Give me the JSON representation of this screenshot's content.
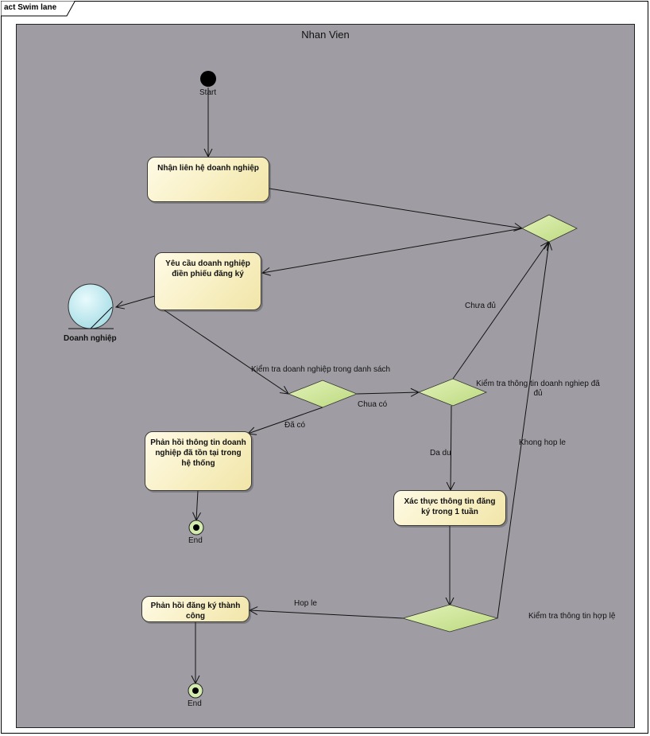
{
  "frame": {
    "title": "act Swim lane"
  },
  "lane": {
    "title": "Nhan Vien"
  },
  "start": {
    "label": "Start"
  },
  "actions": {
    "nhan_lien_he": "Nhận liên hệ doanh nghiệp",
    "yeu_cau": "Yêu cầu doanh nghiệp điền phiếu đăng ký",
    "phan_hoi_ton_tai": "Phản hồi thông tin doanh nghiệp đã tồn tại trong hệ thống",
    "xac_thuc": "Xác thực thông tin đăng ký trong 1 tuần",
    "phan_hoi_thanh_cong": "Phản hồi đăng ký thành công"
  },
  "actor": {
    "label": "Doanh nghiệp"
  },
  "decisions": {
    "kiem_tra_danh_sach": "Kiểm tra doanh nghiệp trong danh sách",
    "kiem_tra_du": "Kiểm tra thông tin doanh nghiep đã đủ",
    "kiem_tra_hop_le": "Kiểm tra thông tin hợp lệ"
  },
  "guards": {
    "chua_du": "Chưa đủ",
    "chua_co": "Chua có",
    "da_co": "Đã có",
    "da_du": "Da du",
    "khong_hop_le": "Khong hop le",
    "hop_le": "Hop le"
  },
  "ends": {
    "end1": "End",
    "end2": "End"
  },
  "colors": {
    "lane": "#9f9da3",
    "action_fill": "#f7eec0",
    "decision_fill": "#cfe59a",
    "actor_fill": "#bfeaf0",
    "final_fill": "#d4ebb0"
  }
}
